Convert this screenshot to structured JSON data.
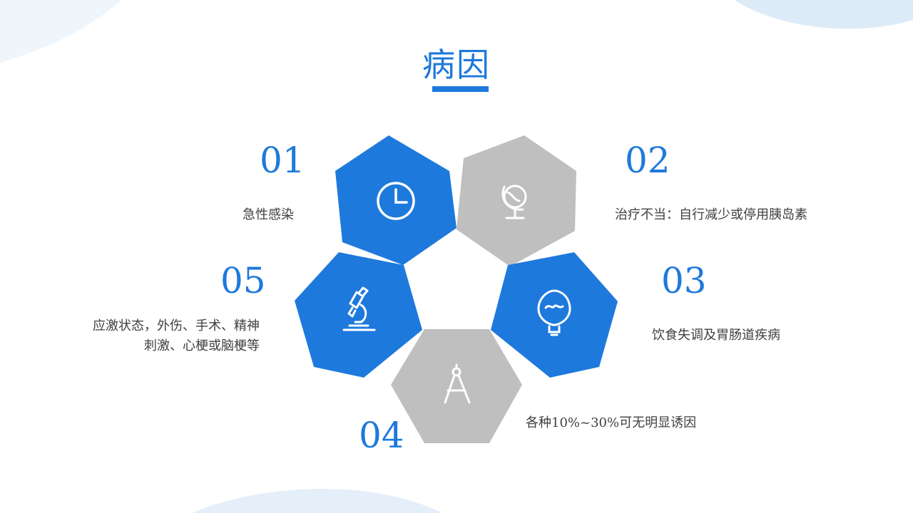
{
  "title": "病因",
  "colors": {
    "primary": "#1e79dc",
    "secondary": "#bfbfbf",
    "text": "#404040"
  },
  "items": [
    {
      "number": "01",
      "text": "急性感染",
      "icon": "clock-icon",
      "color": "#1e79dc"
    },
    {
      "number": "02",
      "text": "治疗不当：自行减少或停用胰岛素",
      "icon": "globe-icon",
      "color": "#bfbfbf"
    },
    {
      "number": "03",
      "text": "饮食失调及胃肠道疾病",
      "icon": "lightbulb-icon",
      "color": "#1e79dc"
    },
    {
      "number": "04",
      "text": "各种10%~30%可无明显诱因",
      "icon": "compass-icon",
      "color": "#bfbfbf"
    },
    {
      "number": "05",
      "text_lines": [
        "应激状态，外伤、手术、精神",
        "刺激、心梗或脑梗等"
      ],
      "icon": "microscope-icon",
      "color": "#1e79dc"
    }
  ]
}
